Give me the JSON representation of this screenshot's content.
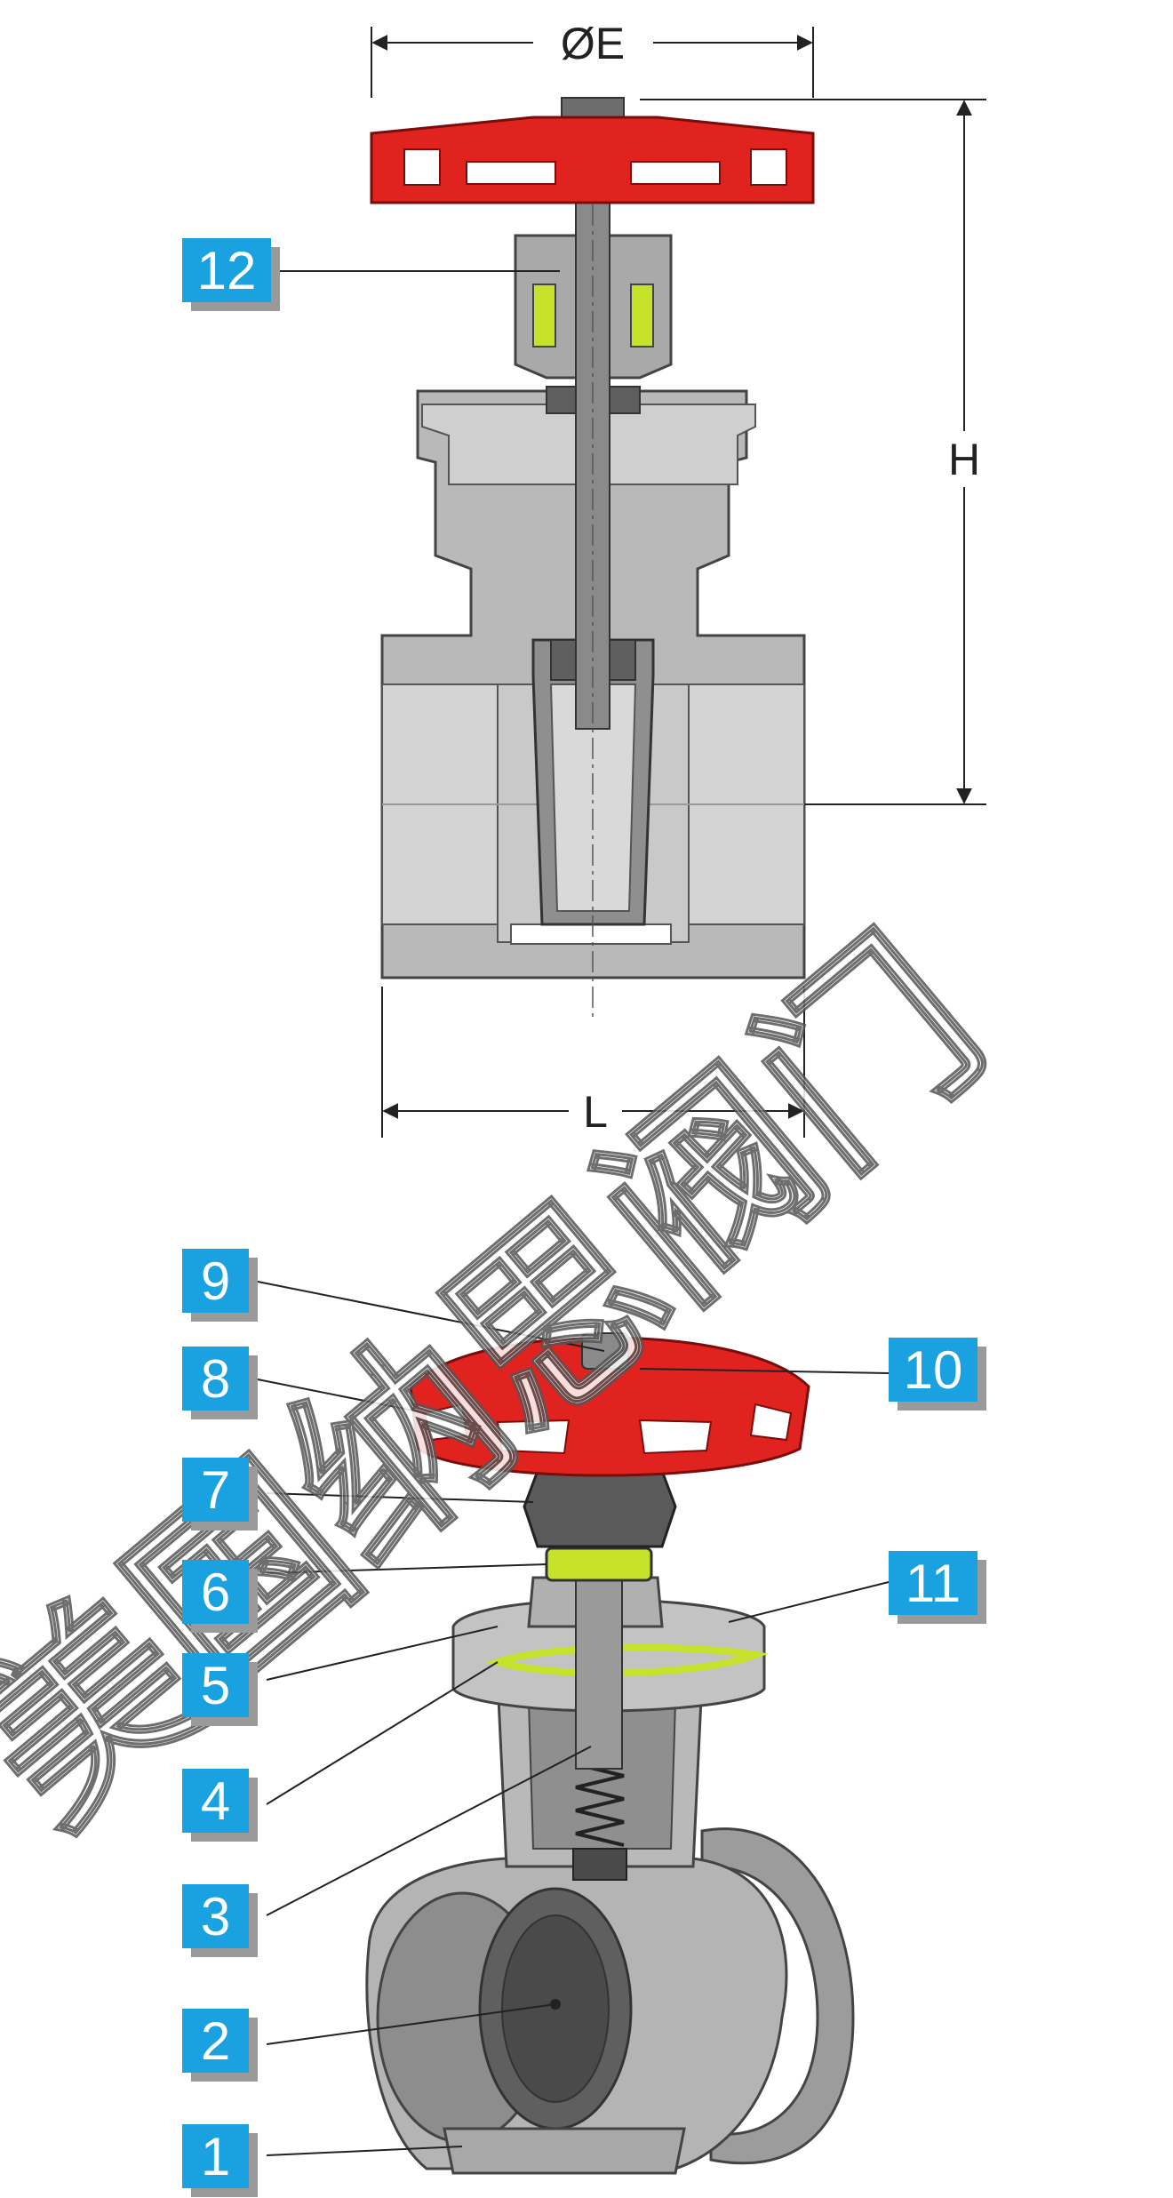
{
  "dimensions": {
    "diameter_label": "ØE",
    "height_label": "H",
    "length_label": "L"
  },
  "part_labels": [
    "12",
    "9",
    "8",
    "10",
    "7",
    "6",
    "11",
    "5",
    "4",
    "3",
    "2",
    "1"
  ],
  "watermark": "美国纳思阀门",
  "colors": {
    "handwheel": "#e0231f",
    "body": "#b4b4b4",
    "body_dark": "#5f5f5f",
    "accent": "#c7e22b",
    "badge": "#1aa1e0",
    "badge_shadow": "#9a9a9a"
  }
}
